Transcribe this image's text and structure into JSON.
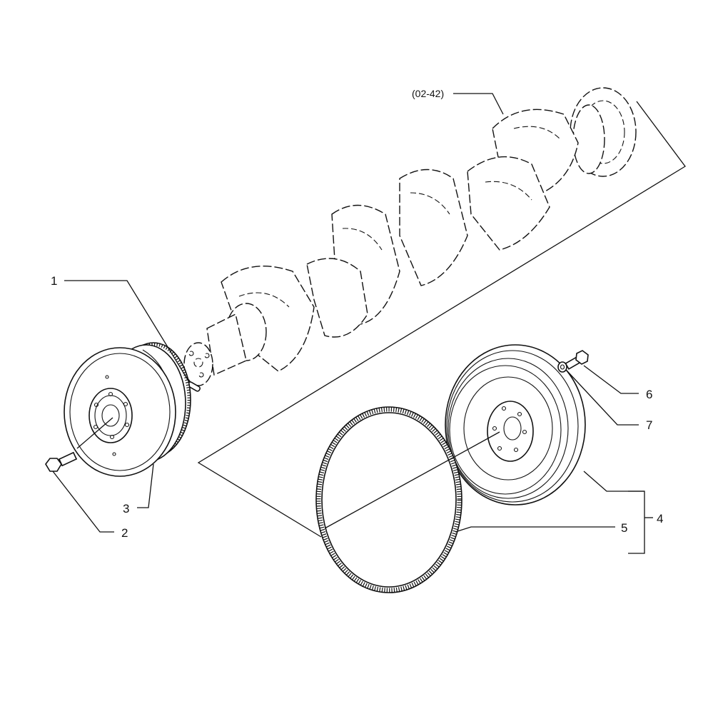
{
  "callouts": [
    {
      "id": "1",
      "label": "1"
    },
    {
      "id": "2",
      "label": "2"
    },
    {
      "id": "3",
      "label": "3"
    },
    {
      "id": "4",
      "label": "4"
    },
    {
      "id": "5",
      "label": "5"
    },
    {
      "id": "6",
      "label": "6"
    },
    {
      "id": "7",
      "label": "7"
    }
  ],
  "reference": "(02-42)",
  "parts": [
    "crankshaft",
    "dowel-pin",
    "bolt",
    "vibration-damper-pulley",
    "flywheel",
    "ring-gear",
    "flywheel-bolt",
    "washer"
  ]
}
